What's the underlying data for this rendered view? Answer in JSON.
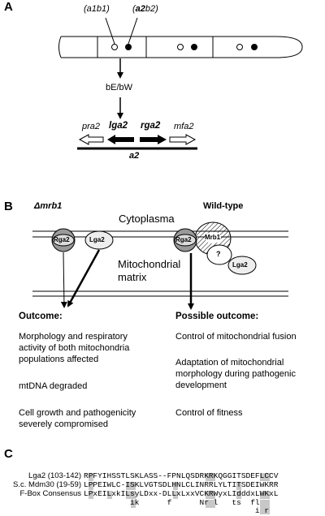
{
  "panelA": {
    "label": "A",
    "nucleus_left": "(a1b1)",
    "nucleus_right_bold": "a2",
    "nucleus_right_rest": "b2)",
    "nucleus_right_open": "(",
    "regulator": "bE/bW",
    "genes": [
      "pra2",
      "lga2",
      "rga2",
      "mfa2"
    ],
    "locus": "a2"
  },
  "panelB": {
    "label": "B",
    "mutant_label": "Δmrb1",
    "wildtype_label": "Wild-type",
    "cytoplasma": "Cytoplasma",
    "matrix_line1": "Mitochondrial",
    "matrix_line2": "matrix",
    "proteins": {
      "rga2": "Rga2",
      "lga2": "Lga2",
      "mrb1": "Mrb1",
      "unknown": "?"
    },
    "outcome_title": "Outcome:",
    "outcome_items": [
      [
        "Morphology and respiratory",
        "activity of both mitochondria",
        "populations affected"
      ],
      [
        "mtDNA degraded"
      ],
      [
        "Cell growth and pathogenicity",
        "severely compromised"
      ]
    ],
    "possible_title": "Possible outcome:",
    "possible_items": [
      [
        "Control of mitochondrial fusion"
      ],
      [
        "Adaptation of mitochondrial",
        "morphology during pathogenic",
        "development"
      ],
      [
        "Control of fitness"
      ]
    ]
  },
  "panelC": {
    "label": "C",
    "rows": [
      {
        "label": "Lga2 (103-142)",
        "seq": "RPFYIHSSTLSKLASS--FPNLQSDRKRKQGGITSDEFLCCV"
      },
      {
        "label": "S.c. Mdm30 (19-59)",
        "seq": "LPPEIWLC-ISKLVGTSDLHNLCLINRRLYLTITSDEIWKRR"
      },
      {
        "label": "F-Box Consensus",
        "seq": "LPxEILxkILsyLDxx-DLLxLxxVCKRWyxLIdddxLWKxL"
      }
    ],
    "alt1": "ik      f      Nr l   ts  fl",
    "alt2": "                           i r"
  }
}
